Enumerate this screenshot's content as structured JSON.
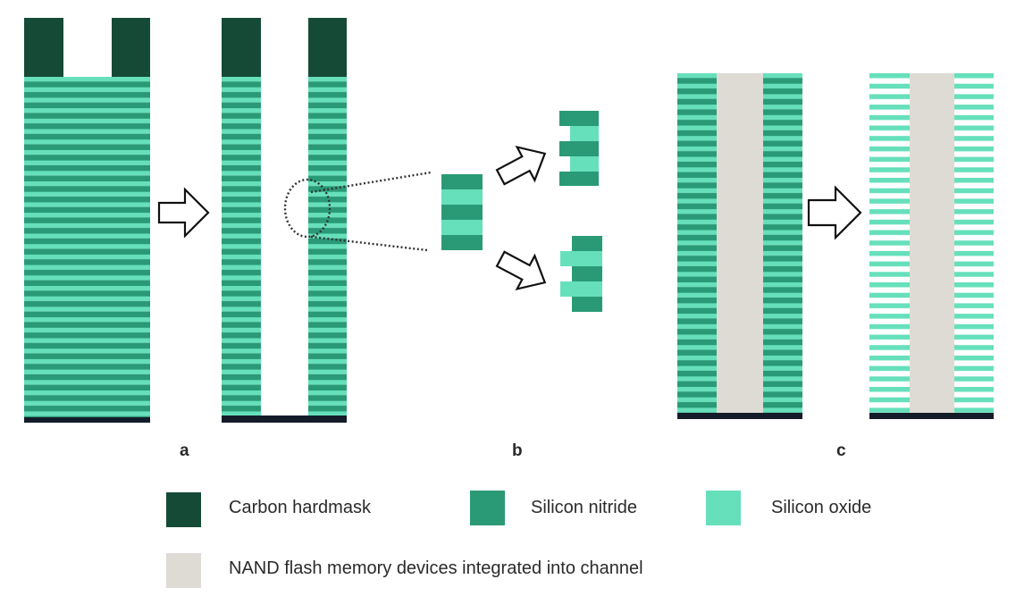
{
  "colors": {
    "carbon_hardmask": "#154a37",
    "silicon_nitride": "#2a9a76",
    "silicon_oxide": "#66e0bb",
    "nand_channel": "#dedbd5",
    "substrate": "#141c2a",
    "arrow_stroke": "#111111"
  },
  "panels": {
    "a": "a",
    "b": "b",
    "c": "c"
  },
  "legend": [
    {
      "key": "carbon_hardmask",
      "label": "Carbon hardmask"
    },
    {
      "key": "silicon_nitride",
      "label": "Silicon nitride"
    },
    {
      "key": "silicon_oxide",
      "label": "Silicon oxide"
    },
    {
      "key": "nand_channel",
      "label": "NAND flash memory devices integrated into channel"
    }
  ]
}
